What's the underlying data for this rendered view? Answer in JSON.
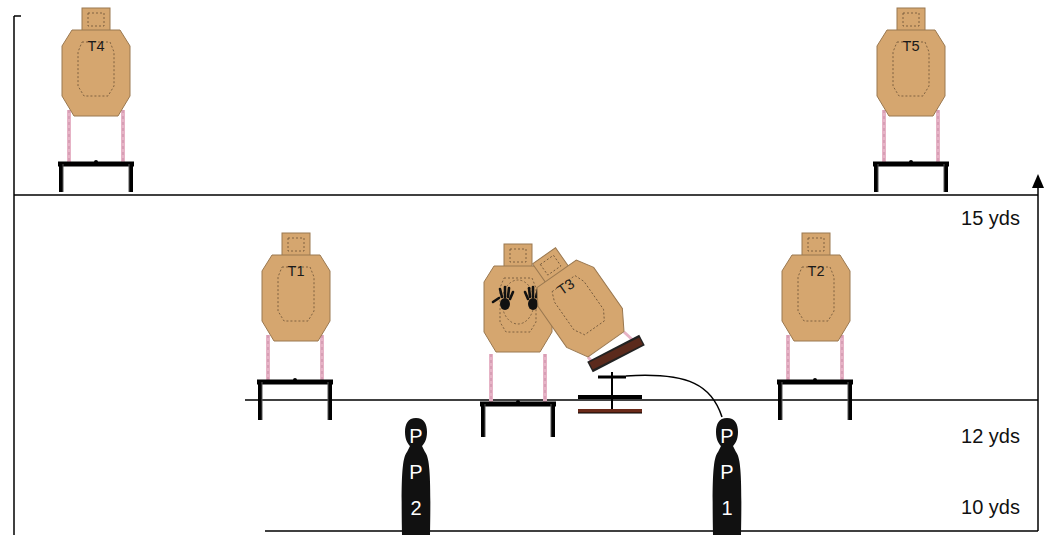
{
  "diagram": {
    "nodes": [
      {
        "text": [
          "T4"
        ]
      },
      {
        "text": [
          "T5"
        ]
      },
      {
        "text": [
          "T1"
        ]
      },
      {
        "text": [
          "T3"
        ]
      },
      {
        "text": [
          "T2"
        ]
      },
      {
        "text": [
          "P P 2"
        ]
      },
      {
        "text": [
          "P P 1"
        ]
      }
    ],
    "labels": [
      "15 yds",
      "12 yds",
      "10 yds"
    ]
  }
}
